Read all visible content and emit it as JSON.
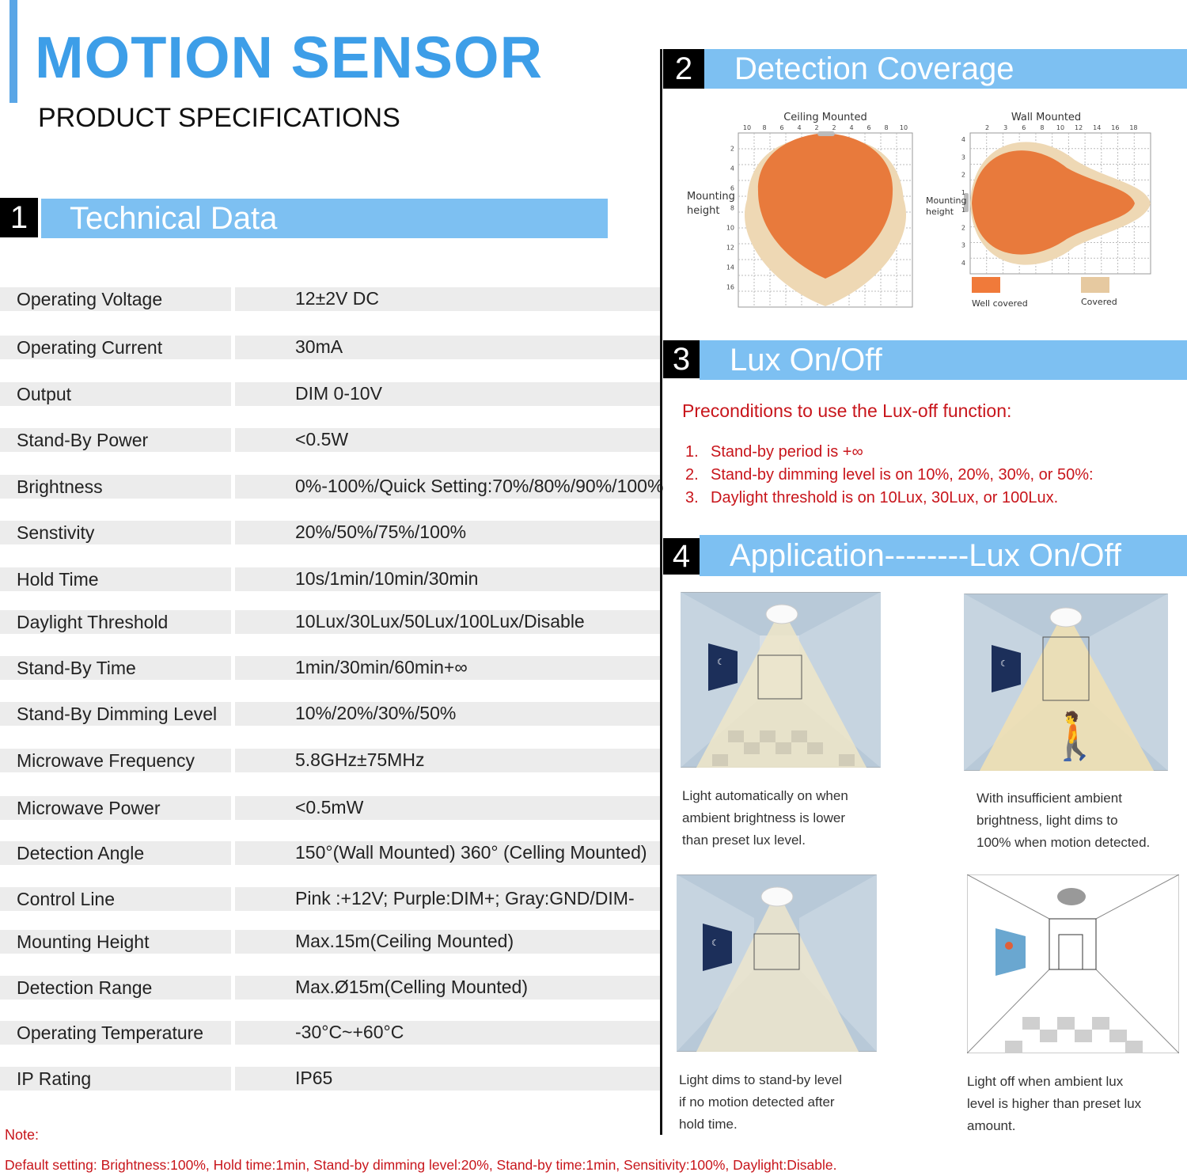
{
  "header": {
    "title": "MOTION SENSOR",
    "subtitle": "PRODUCT SPECIFICATIONS"
  },
  "sections": {
    "technical": {
      "number": "1",
      "title": "Technical Data"
    },
    "coverage": {
      "number": "2",
      "title": "Detection Coverage"
    },
    "lux": {
      "number": "3",
      "title": "Lux On/Off"
    },
    "application": {
      "number": "4",
      "title": "Application--------Lux On/Off"
    }
  },
  "specs": [
    {
      "label": "Operating Voltage",
      "value": "12±2V DC"
    },
    {
      "label": "Operating Current",
      "value": "30mA"
    },
    {
      "label": "Output",
      "value": "DIM 0-10V"
    },
    {
      "label": "Stand-By Power",
      "value": "<0.5W"
    },
    {
      "label": "Brightness",
      "value": "0%-100%/Quick Setting:70%/80%/90%/100%"
    },
    {
      "label": "Senstivity",
      "value": "20%/50%/75%/100%"
    },
    {
      "label": "Hold Time",
      "value": "10s/1min/10min/30min"
    },
    {
      "label": "Daylight Threshold",
      "value": "10Lux/30Lux/50Lux/100Lux/Disable"
    },
    {
      "label": "Stand-By Time",
      "value": "1min/30min/60min+∞"
    },
    {
      "label": "Stand-By Dimming Level",
      "value": "10%/20%/30%/50%"
    },
    {
      "label": "Microwave Frequency",
      "value": "5.8GHz±75MHz"
    },
    {
      "label": "Microwave Power",
      "value": "<0.5mW"
    },
    {
      "label": "Detection Angle",
      "value": "150°(Wall Mounted)  360° (Celling Mounted)"
    },
    {
      "label": "Control Line",
      "value": "Pink :+12V;  Purple:DIM+; Gray:GND/DIM-"
    },
    {
      "label": "Mounting Height",
      "value": "Max.15m(Ceiling Mounted)"
    },
    {
      "label": "Detection Range",
      "value": "Max.Ø15m(Celling Mounted)"
    },
    {
      "label": "Operating Temperature",
      "value": "-30°C~+60°C"
    },
    {
      "label": "IP Rating",
      "value": "IP65"
    }
  ],
  "coverage": {
    "ceiling": {
      "title": "Ceiling Mounted",
      "axis_label": "Mounting height",
      "x_ticks": [
        "10",
        "8",
        "6",
        "4",
        "2",
        "2",
        "4",
        "6",
        "8",
        "10"
      ],
      "y_ticks": [
        "2",
        "4",
        "6",
        "8",
        "10",
        "12",
        "14",
        "16"
      ]
    },
    "wall": {
      "title": "Wall Mounted",
      "axis_label": "Mounting height",
      "x_ticks": [
        "2",
        "3",
        "6",
        "8",
        "10",
        "12",
        "14",
        "16",
        "18"
      ],
      "y_ticks": [
        "4",
        "3",
        "2",
        "1",
        "1",
        "2",
        "3",
        "4"
      ]
    },
    "legend": [
      {
        "label": "Well covered",
        "color": "#f07a3a"
      },
      {
        "label": "Covered",
        "color": "#e6c9a0"
      }
    ]
  },
  "lux": {
    "heading": "Preconditions to use the Lux-off function:",
    "items": [
      {
        "n": "1.",
        "text": "Stand-by period is +∞"
      },
      {
        "n": "2.",
        "text": "Stand-by dimming level is on 10%, 20%, 30%, or 50%:"
      },
      {
        "n": "3.",
        "text": "Daylight threshold is on 10Lux, 30Lux, or 100Lux."
      }
    ]
  },
  "application": [
    {
      "lines": [
        "Light automatically on when",
        "ambient brightness is lower",
        "than preset lux level."
      ]
    },
    {
      "lines": [
        "With insufficient ambient",
        "brightness, light dims to",
        "100% when motion detected."
      ]
    },
    {
      "lines": [
        "Light dims to stand-by level",
        " if no motion detected after",
        " hold time."
      ]
    },
    {
      "lines": [
        "Light off when ambient lux",
        "level is higher than preset lux",
        "amount."
      ]
    }
  ],
  "note": {
    "label": "Note:",
    "text": "Default setting: Brightness:100%, Hold time:1min, Stand-by dimming level:20%, Stand-by time:1min, Sensitivity:100%, Daylight:Disable."
  },
  "colors": {
    "accent": "#3d9ee8",
    "band": "#7dc0f2",
    "note": "#c8151b"
  }
}
